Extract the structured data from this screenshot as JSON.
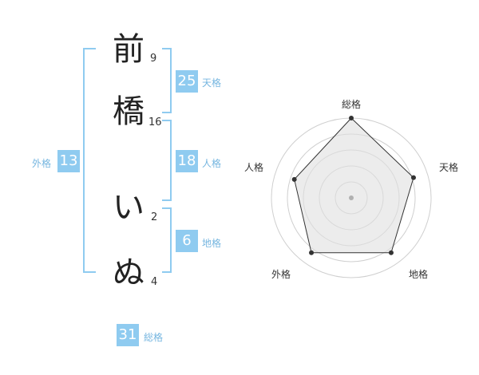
{
  "name": {
    "characters": [
      {
        "char": "前",
        "strokes": "9"
      },
      {
        "char": "橋",
        "strokes": "16"
      },
      {
        "char": "い",
        "strokes": "2"
      },
      {
        "char": "ぬ",
        "strokes": "4"
      }
    ]
  },
  "fortunes": {
    "tenkaku": {
      "label": "天格",
      "value": "25"
    },
    "jinkaku": {
      "label": "人格",
      "value": "18"
    },
    "chikaku": {
      "label": "地格",
      "value": "6"
    },
    "gaikaku": {
      "label": "外格",
      "value": "13"
    },
    "soukaku": {
      "label": "総格",
      "value": "31"
    }
  },
  "radar": {
    "labels": [
      "総格",
      "天格",
      "地格",
      "外格",
      "人格"
    ],
    "scores": [
      1.0,
      0.82,
      0.85,
      0.85,
      0.75
    ],
    "colors": {
      "grid": "#cfcfcf",
      "fill": "#e0e0e0",
      "line": "#333333",
      "dot": "#333333",
      "center": "#b0b0b0"
    }
  }
}
